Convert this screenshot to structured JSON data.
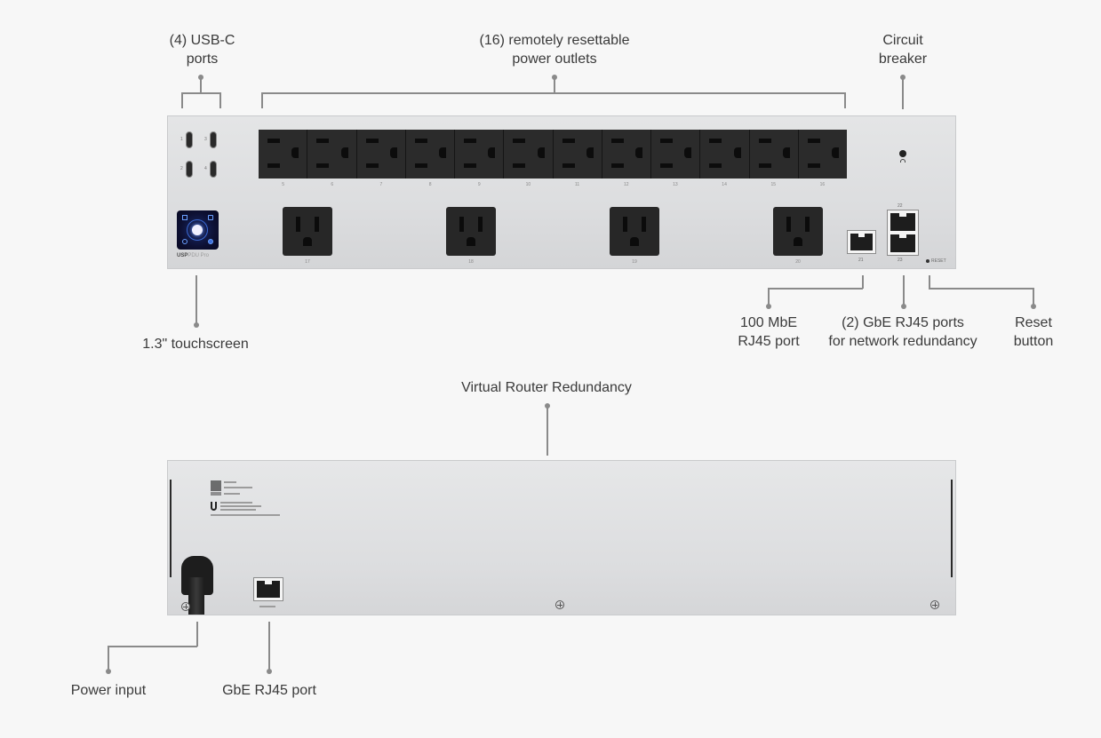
{
  "diagram": {
    "front_panel": {
      "callouts": {
        "usb_c": "(4) USB-C\nports",
        "outlets": "(16) remotely resettable\npower outlets",
        "circuit_breaker": "Circuit\nbreaker",
        "touchscreen": "1.3\" touchscreen",
        "mbe_port": "100 MbE\nRJ45 port",
        "gbe_ports": "(2) GbE RJ45 ports\nfor network redundancy",
        "reset": "Reset\nbutton"
      },
      "usb_numbers": [
        "1",
        "3",
        "2",
        "4"
      ],
      "outlet_numbers": [
        "5",
        "6",
        "7",
        "8",
        "9",
        "10",
        "11",
        "12",
        "13",
        "14",
        "15",
        "16"
      ],
      "large_outlet_numbers": [
        "17",
        "18",
        "19",
        "20"
      ],
      "port_numbers": {
        "mbe": "21",
        "gbe_top": "22",
        "gbe_bottom": "23"
      },
      "reset_label": "RESET",
      "brand": {
        "name": "USP",
        "model": "PDU Pro"
      }
    },
    "back_panel": {
      "callouts": {
        "vrr": "Virtual Router Redundancy",
        "power_input": "Power input",
        "gbe_port": "GbE RJ45 port"
      }
    },
    "colors": {
      "background": "#f7f7f7",
      "panel": "#dcdddf",
      "outlet": "#2b2b2b",
      "leader_line": "#8a8a8a",
      "touchscreen_accent": "#3c6bd6"
    }
  }
}
